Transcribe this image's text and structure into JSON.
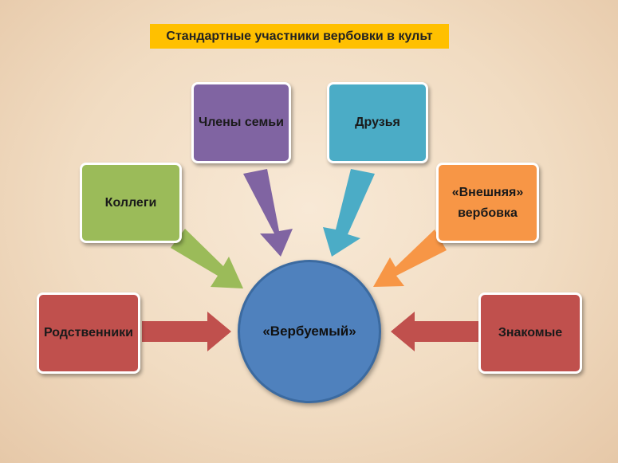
{
  "title": "Стандартные участники вербовки в культ",
  "center": "«Вербуемый»",
  "nodes": {
    "family": "Члены семьи",
    "friends": "Друзья",
    "colleagues": "Коллеги",
    "external_line1": "«Внешняя»",
    "external_line2": "вербовка",
    "relatives": "Родственники",
    "acquaintances": "Знакомые"
  },
  "colors": {
    "title_bg": "#ffc000",
    "family": "#8064a2",
    "friends": "#4bacc6",
    "colleagues": "#9bbb59",
    "external": "#f79646",
    "relatives": "#c0504d",
    "acquaintances": "#c0504d",
    "center": "#4f81bd"
  }
}
